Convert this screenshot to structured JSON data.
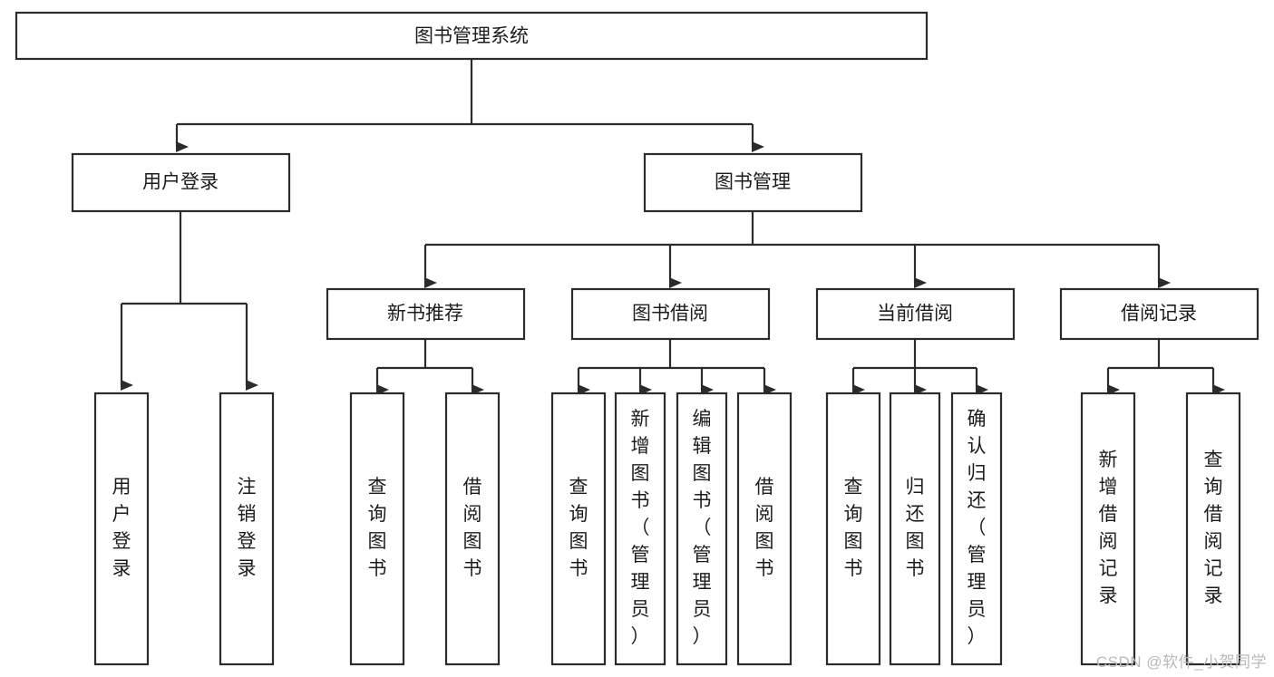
{
  "diagram": {
    "type": "tree",
    "title": "图书管理系统",
    "orientation": "top-down",
    "watermark": "CSDN @软件_小贺同学",
    "colors": {
      "box_fill": "#ffffff",
      "box_stroke": "#2b2b2b",
      "text": "#1c1c1c",
      "watermark": "#b9b9b9",
      "background": "#ffffff"
    },
    "nodes": {
      "root": {
        "label": "图书管理系统",
        "level": 0
      },
      "level1": [
        {
          "id": "user-login",
          "label": "用户登录"
        },
        {
          "id": "book-manage",
          "label": "图书管理"
        }
      ],
      "level2": [
        {
          "id": "new-book-rec",
          "label": "新书推荐",
          "parent": "book-manage"
        },
        {
          "id": "book-borrow",
          "label": "图书借阅",
          "parent": "book-manage"
        },
        {
          "id": "current-borrow",
          "label": "当前借阅",
          "parent": "book-manage"
        },
        {
          "id": "borrow-record",
          "label": "借阅记录",
          "parent": "book-manage"
        }
      ],
      "leaves": {
        "user-login": [
          {
            "id": "leaf-user-login",
            "label": "用户登录"
          },
          {
            "id": "leaf-user-logout",
            "label": "注销登录"
          }
        ],
        "new-book-rec": [
          {
            "id": "leaf-query-book-1",
            "label": "查询图书"
          },
          {
            "id": "leaf-borrow-book-1",
            "label": "借阅图书"
          }
        ],
        "book-borrow": [
          {
            "id": "leaf-query-book-2",
            "label": "查询图书"
          },
          {
            "id": "leaf-add-book",
            "label": "新增图书（管理员）"
          },
          {
            "id": "leaf-edit-book",
            "label": "编辑图书（管理员）"
          },
          {
            "id": "leaf-borrow-book-2",
            "label": "借阅图书"
          }
        ],
        "current-borrow": [
          {
            "id": "leaf-query-book-3",
            "label": "查询图书"
          },
          {
            "id": "leaf-return-book",
            "label": "归还图书"
          },
          {
            "id": "leaf-confirm-return",
            "label": "确认归还（管理员）"
          }
        ],
        "borrow-record": [
          {
            "id": "leaf-add-record",
            "label": "新增借阅记录"
          },
          {
            "id": "leaf-query-record",
            "label": "查询借阅记录"
          }
        ]
      }
    }
  }
}
